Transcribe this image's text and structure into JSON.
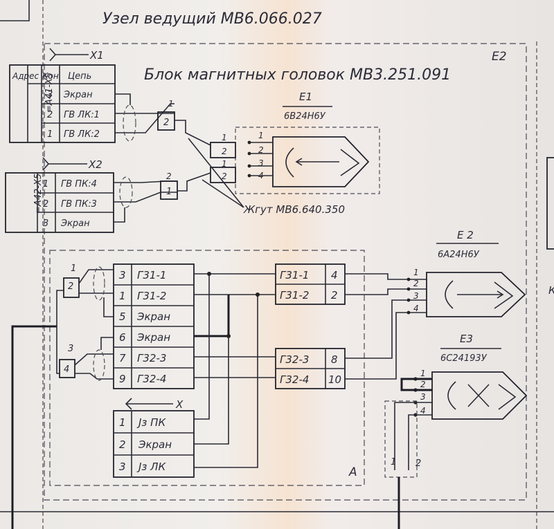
{
  "header": {
    "title": "Узел ведущий МВ6.066.027"
  },
  "block": {
    "title": "Блок магнитных головок МВ3.251.091",
    "ref": "E2"
  },
  "x1": {
    "label": "X1",
    "address": "=А41-X5",
    "columns": [
      "Адрес",
      "Кон",
      "Цепь"
    ],
    "rows": [
      {
        "pin": "3",
        "circuit": "Экран"
      },
      {
        "pin": "2",
        "circuit": "ГВ ЛК:1"
      },
      {
        "pin": "1",
        "circuit": "ГВ ЛК:2"
      }
    ],
    "wire_marks": [
      "1",
      "2"
    ]
  },
  "x2": {
    "label": "X2",
    "address": "=А42-X5",
    "rows": [
      {
        "pin": "1",
        "circuit": "ГВ ПК:4"
      },
      {
        "pin": "2",
        "circuit": "ГВ ПК:3"
      },
      {
        "pin": "3",
        "circuit": "Экран"
      }
    ],
    "wire_marks": [
      "2",
      "1"
    ]
  },
  "e1": {
    "ref": "E1",
    "type": "6В24Н6У",
    "pins": [
      "1",
      "2",
      "3",
      "4"
    ],
    "left_marks": [
      "1",
      "2",
      "1",
      "2"
    ]
  },
  "harness": {
    "label": "Жгут МВ6.640.350"
  },
  "module_a": {
    "label": "A",
    "left_rows": [
      {
        "pin": "3",
        "circuit": "Г31-1"
      },
      {
        "pin": "1",
        "circuit": "Г31-2"
      },
      {
        "pin": "5",
        "circuit": "Экран"
      },
      {
        "pin": "6",
        "circuit": "Экран"
      },
      {
        "pin": "7",
        "circuit": "Г32-3"
      },
      {
        "pin": "9",
        "circuit": "Г32-4"
      }
    ],
    "mid_top": [
      {
        "circuit": "Г31-1",
        "pin": "4"
      },
      {
        "circuit": "Г31-2",
        "pin": "2"
      }
    ],
    "mid_bottom": [
      {
        "circuit": "Г32-3",
        "pin": "8"
      },
      {
        "circuit": "Г32-4",
        "pin": "10"
      }
    ],
    "twist_marks": [
      "1",
      "2",
      "3",
      "4"
    ]
  },
  "x": {
    "label": "X",
    "rows": [
      {
        "pin": "1",
        "circuit": "Jз ПК"
      },
      {
        "pin": "2",
        "circuit": "Экран"
      },
      {
        "pin": "3",
        "circuit": "Jз ЛК"
      }
    ]
  },
  "e2h": {
    "ref": "E 2",
    "type": "6А24Н6У",
    "pins": [
      "1",
      "2",
      "3",
      "4"
    ]
  },
  "e3": {
    "ref": "E3",
    "type": "6С24193У",
    "pins": [
      "1",
      "2",
      "3",
      "4"
    ],
    "cable_marks": [
      "1",
      "2"
    ]
  },
  "edge": {
    "k": "К"
  }
}
